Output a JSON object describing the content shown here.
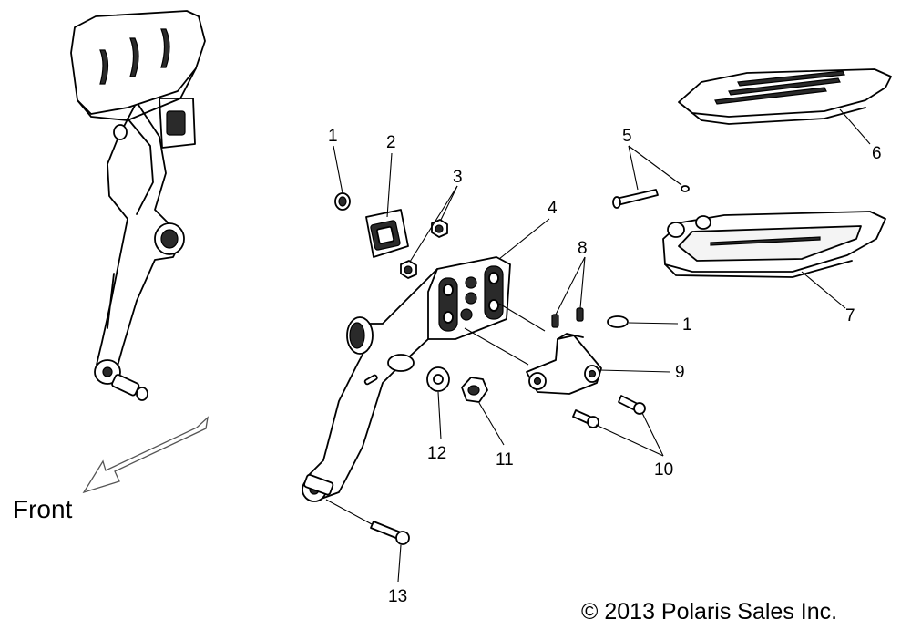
{
  "front_label": "Front",
  "copyright": "© 2013 Polaris Sales Inc.",
  "callouts": [
    "1",
    "2",
    "3",
    "4",
    "5",
    "6",
    "7",
    "8",
    "1",
    "9",
    "10",
    "12",
    "11",
    "13"
  ]
}
